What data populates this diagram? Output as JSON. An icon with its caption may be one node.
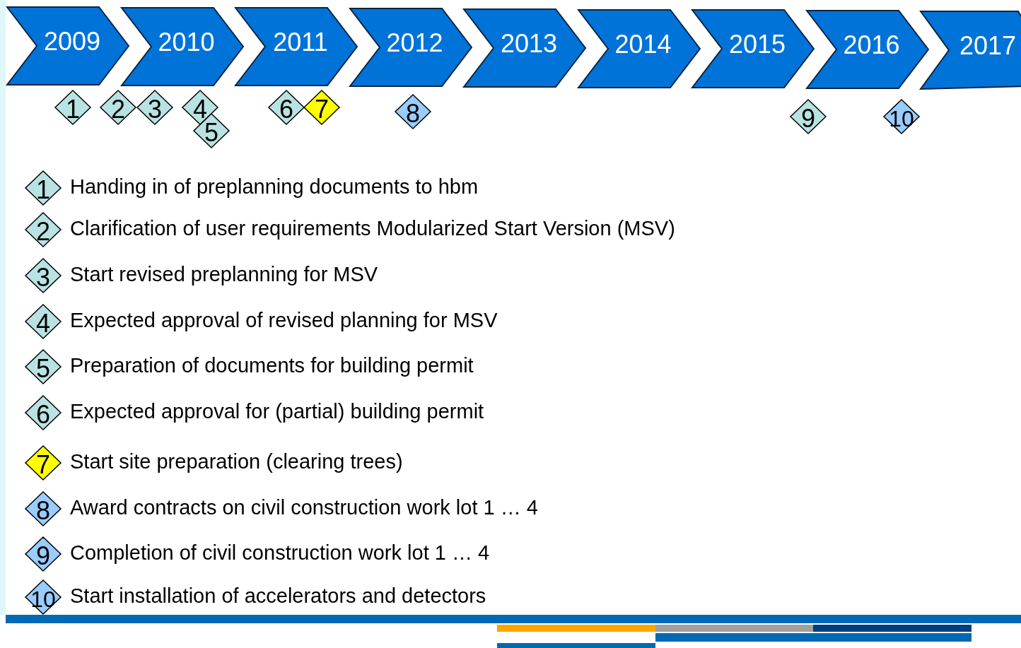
{
  "diagram": {
    "nodes": [
      {
        "text": [
          "2009"
        ]
      },
      {
        "text": [
          "2010"
        ]
      },
      {
        "text": [
          "2011"
        ]
      },
      {
        "text": [
          "2012"
        ]
      },
      {
        "text": [
          "2013"
        ]
      },
      {
        "text": [
          "2014"
        ]
      },
      {
        "text": [
          "2015"
        ]
      },
      {
        "text": [
          "2016"
        ]
      },
      {
        "text": [
          "2017"
        ]
      },
      {
        "text": [
          "1"
        ]
      },
      {
        "text": [
          "2"
        ]
      },
      {
        "text": [
          "3"
        ]
      },
      {
        "text": [
          "4"
        ]
      },
      {
        "text": [
          "5"
        ]
      },
      {
        "text": [
          "6"
        ]
      },
      {
        "text": [
          "7"
        ]
      },
      {
        "text": [
          "8"
        ]
      },
      {
        "text": [
          "9"
        ]
      },
      {
        "text": [
          "10"
        ]
      },
      {
        "text": [
          "1"
        ],
        "beside": [
          "Handing in of preplanning documents to hbm"
        ]
      },
      {
        "text": [
          "2"
        ],
        "beside": [
          "Clarification of user requirements Modularized Start Version (MSV)"
        ]
      },
      {
        "text": [
          "3"
        ],
        "beside": [
          "Start revised preplanning for MSV"
        ]
      },
      {
        "text": [
          "4"
        ],
        "beside": [
          "Expected approval of revised planning for MSV"
        ]
      },
      {
        "text": [
          "5"
        ],
        "beside": [
          "Preparation of documents for building permit"
        ]
      },
      {
        "text": [
          "6"
        ],
        "beside": [
          "Expected approval for (partial) building permit"
        ]
      },
      {
        "text": [
          "7"
        ],
        "beside": [
          "Start site preparation (clearing trees)"
        ]
      },
      {
        "text": [
          "8"
        ],
        "beside": [
          "Award contracts on civil construction work lot 1 … 4"
        ]
      },
      {
        "text": [
          "9"
        ],
        "beside": [
          "Completion of civil construction work lot 1 … 4"
        ]
      },
      {
        "text": [
          "10"
        ],
        "beside": [
          "Start installation of accelerators and detectors"
        ]
      }
    ]
  }
}
